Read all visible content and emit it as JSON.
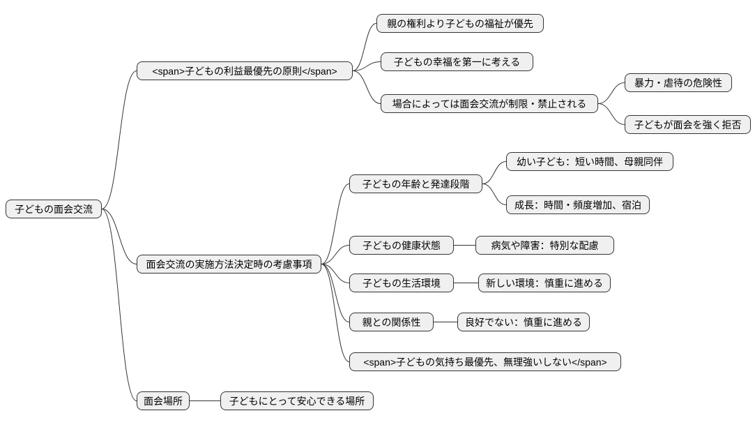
{
  "colors": {
    "background": "#ffffff",
    "node_fill": "#f0f0f0",
    "node_border": "#333333",
    "edge": "#333333",
    "text": "#000000"
  },
  "nodes": {
    "root": {
      "label": "子どもの面会交流"
    },
    "a": {
      "label": "<span>子どもの利益最優先の原則</span>"
    },
    "a1": {
      "label": "親の権利より子どもの福祉が優先"
    },
    "a2": {
      "label": "子どもの幸福を第一に考える"
    },
    "a3": {
      "label": "場合によっては面会交流が制限・禁止される"
    },
    "a3a": {
      "label": "暴力・虐待の危険性"
    },
    "a3b": {
      "label": "子どもが面会を強く拒否"
    },
    "b": {
      "label": "面会交流の実施方法決定時の考慮事項"
    },
    "b1": {
      "label": "子どもの年齢と発達段階"
    },
    "b1a": {
      "label": "幼い子ども：短い時間、母親同伴"
    },
    "b1b": {
      "label": "成長：時間・頻度増加、宿泊"
    },
    "b2": {
      "label": "子どもの健康状態"
    },
    "b2a": {
      "label": "病気や障害：特別な配慮"
    },
    "b3": {
      "label": "子どもの生活環境"
    },
    "b3a": {
      "label": "新しい環境：慎重に進める"
    },
    "b4": {
      "label": "親との関係性"
    },
    "b4a": {
      "label": "良好でない：慎重に進める"
    },
    "b5": {
      "label": "<span>子どもの気持ち最優先、無理強いしない</span>"
    },
    "c": {
      "label": "面会場所"
    },
    "c1": {
      "label": "子どもにとって安心できる場所"
    }
  },
  "edges": [
    [
      "root",
      "a"
    ],
    [
      "root",
      "b"
    ],
    [
      "root",
      "c"
    ],
    [
      "a",
      "a1"
    ],
    [
      "a",
      "a2"
    ],
    [
      "a",
      "a3"
    ],
    [
      "a3",
      "a3a"
    ],
    [
      "a3",
      "a3b"
    ],
    [
      "b",
      "b1"
    ],
    [
      "b",
      "b2"
    ],
    [
      "b",
      "b3"
    ],
    [
      "b",
      "b4"
    ],
    [
      "b",
      "b5"
    ],
    [
      "b1",
      "b1a"
    ],
    [
      "b1",
      "b1b"
    ],
    [
      "b2",
      "b2a"
    ],
    [
      "b3",
      "b3a"
    ],
    [
      "b4",
      "b4a"
    ],
    [
      "c",
      "c1"
    ]
  ]
}
